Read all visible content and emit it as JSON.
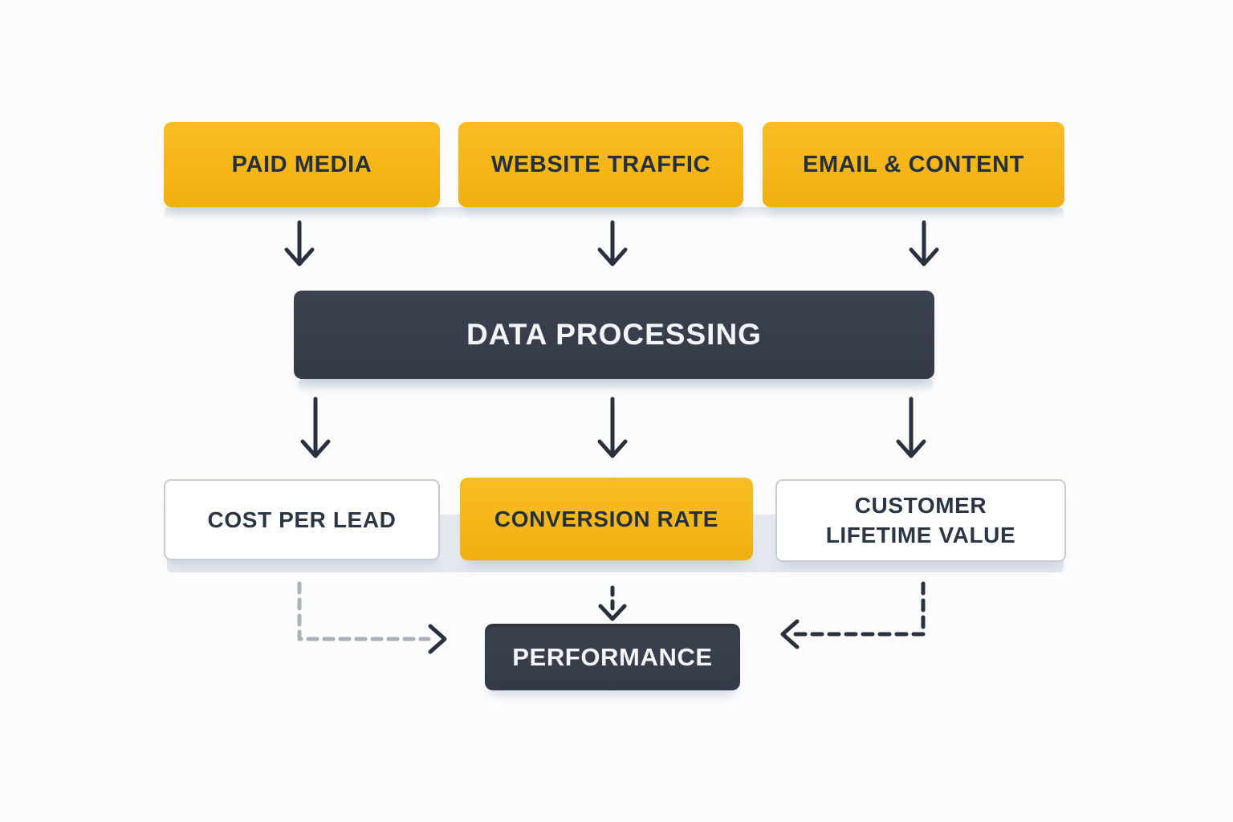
{
  "diagram": {
    "type": "flowchart",
    "sources": [
      {
        "id": "paid-media",
        "label": "PAID MEDIA"
      },
      {
        "id": "website-traffic",
        "label": "WEBSITE TRAFFIC"
      },
      {
        "id": "email-content",
        "label": "EMAIL & CONTENT"
      }
    ],
    "processing": {
      "id": "data-processing",
      "label": "DATA PROCESSING"
    },
    "metrics": [
      {
        "id": "cost-per-lead",
        "label": "COST PER LEAD",
        "variant": "outline"
      },
      {
        "id": "conversion-rate",
        "label": "CONVERSION RATE",
        "variant": "accent"
      },
      {
        "id": "customer-lifetime-value",
        "label": "CUSTOMER LIFETIME VALUE",
        "variant": "outline"
      }
    ],
    "output": {
      "id": "performance",
      "label": "PERFORMANCE"
    },
    "colors": {
      "accent_yellow": "#f5b518",
      "dark_node": "#363d49",
      "text_dark": "#243040",
      "text_light": "#f3f5f8",
      "outline_border": "#c6ccd6",
      "solid_arrow": "#2a313e",
      "dashed_arrow_light": "#abb1ba",
      "dashed_arrow_dark": "#2a313e",
      "row_band": "#e4e8ee",
      "background": "#fcfcfd"
    }
  }
}
